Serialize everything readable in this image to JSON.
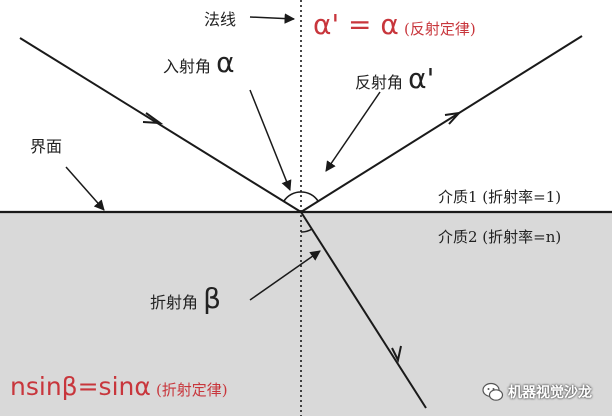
{
  "colors": {
    "lower_medium": "#d9d9d9",
    "line": "#1a1a1a",
    "accent_red": "#c8363c"
  },
  "labels": {
    "normal": "法线",
    "law_formula": "α' = α",
    "law_name": "(反射定律)",
    "incidence_text": "入射角",
    "incidence_symbol": "α",
    "reflection_text": "反射角",
    "reflection_symbol": "α'",
    "interface": "界面",
    "medium1": "介质1 (折射率=1)",
    "medium2": "介质2 (折射率=n)",
    "refraction_text": "折射角",
    "refraction_symbol": "β",
    "snell_formula": "nsinβ=sinα",
    "snell_name": "(折射定律)"
  },
  "watermark": {
    "text": "机器视觉沙龙",
    "icon": "wechat-icon"
  }
}
